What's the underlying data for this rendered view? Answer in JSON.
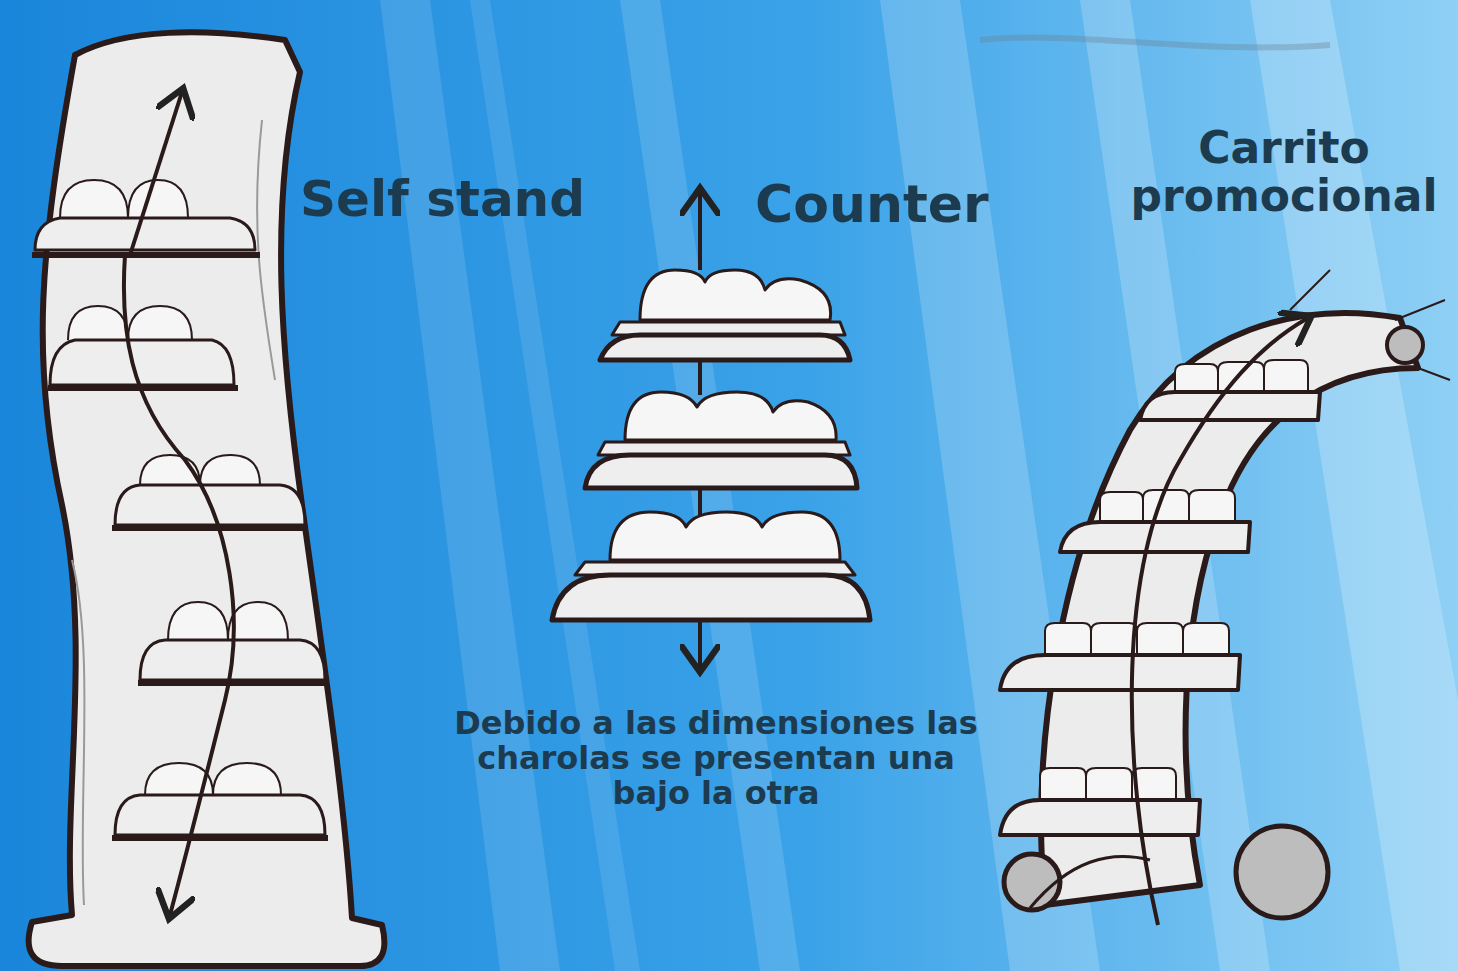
{
  "diagram": {
    "labels": [
      "Self stand",
      "Counter",
      "Carrito promocional",
      "Debido a las dimensiones las charolas se presentan una bajo la otra"
    ]
  }
}
